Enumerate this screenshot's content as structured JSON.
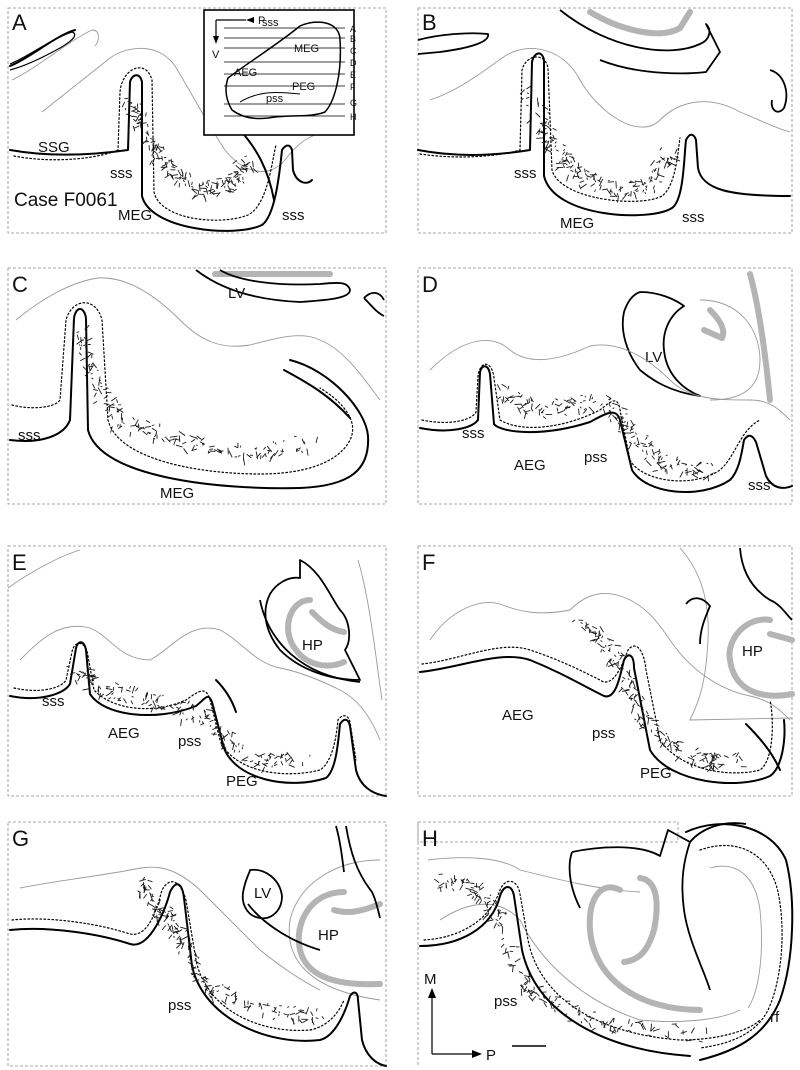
{
  "figure": {
    "case_label": "Case F0061",
    "panels": [
      {
        "id": "A",
        "letter": "A",
        "labels": [
          "SSG",
          "sss",
          "MEG",
          "sss"
        ]
      },
      {
        "id": "B",
        "letter": "B",
        "labels": [
          "sss",
          "MEG",
          "sss"
        ]
      },
      {
        "id": "C",
        "letter": "C",
        "labels": [
          "LV",
          "sss",
          "MEG"
        ]
      },
      {
        "id": "D",
        "letter": "D",
        "labels": [
          "LV",
          "sss",
          "AEG",
          "pss",
          "sss"
        ]
      },
      {
        "id": "E",
        "letter": "E",
        "labels": [
          "HP",
          "sss",
          "AEG",
          "pss",
          "PEG"
        ]
      },
      {
        "id": "F",
        "letter": "F",
        "labels": [
          "HP",
          "AEG",
          "pss",
          "PEG"
        ]
      },
      {
        "id": "G",
        "letter": "G",
        "labels": [
          "LV",
          "HP",
          "pss"
        ]
      },
      {
        "id": "H",
        "letter": "H",
        "labels": [
          "pss",
          "rf"
        ]
      }
    ],
    "inset": {
      "axis_posterior": "P",
      "axis_ventral": "V",
      "labels": [
        "sss",
        "MEG",
        "AEG",
        "PEG",
        "pss"
      ],
      "levels": [
        "A",
        "B",
        "C",
        "D",
        "E",
        "F",
        "G",
        "H"
      ]
    },
    "orientation": {
      "medial": "M",
      "posterior": "P"
    }
  }
}
